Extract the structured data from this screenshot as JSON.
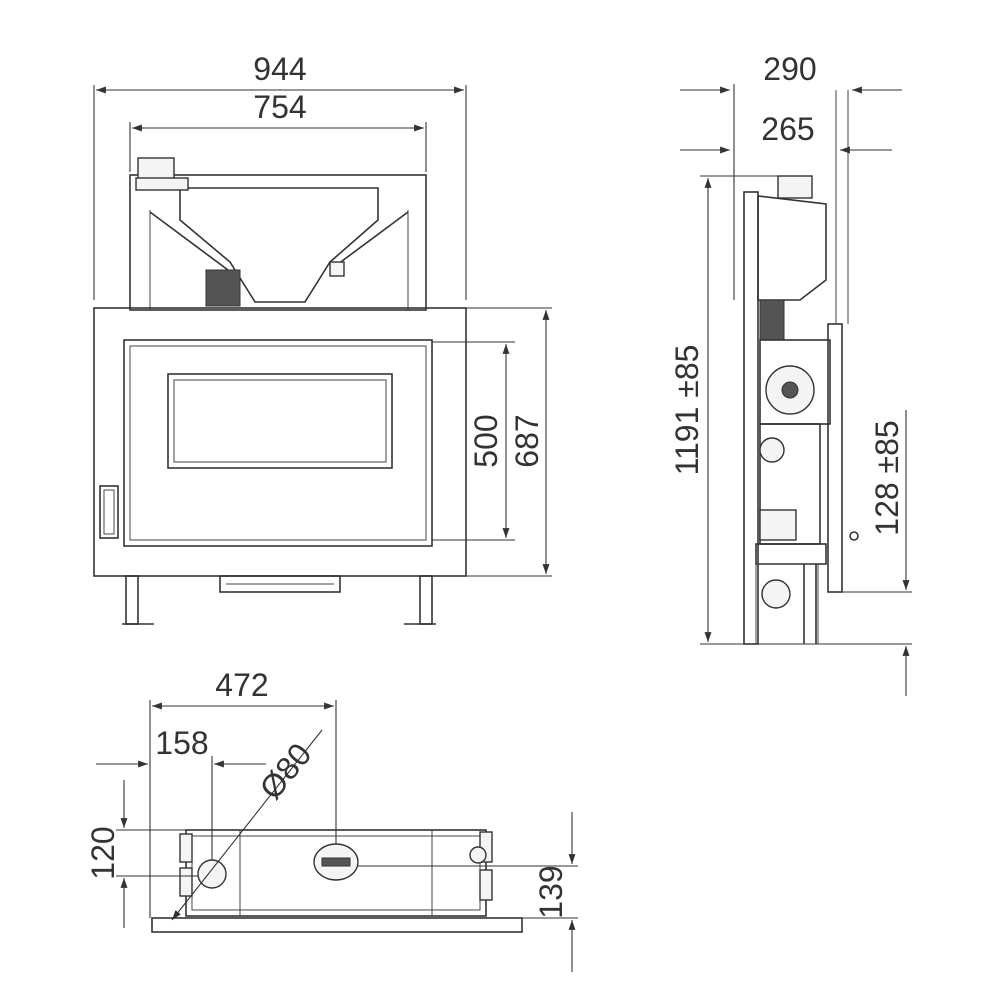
{
  "front_view": {
    "dim_overall_width": "944",
    "dim_inner_width": "754",
    "dim_door_height": "500",
    "dim_body_height": "687"
  },
  "side_view": {
    "dim_depth_total": "290",
    "dim_depth_body": "265",
    "dim_total_height": "1191 ±85",
    "dim_leg_adjust": "128 ±85"
  },
  "top_view": {
    "dim_outlet_x": "472",
    "dim_inlet_x": "158",
    "dim_inlet_diameter": "Ø80",
    "dim_inlet_y": "120",
    "dim_outlet_depth": "139"
  }
}
